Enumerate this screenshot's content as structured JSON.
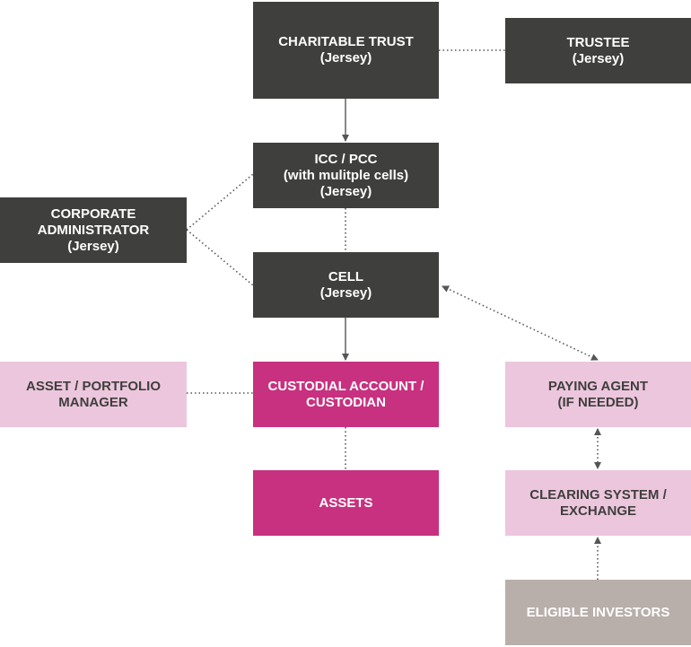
{
  "nodes": {
    "charitable_trust": {
      "line1": "CHARITABLE TRUST",
      "line2": "(Jersey)"
    },
    "trustee": {
      "line1": "TRUSTEE",
      "line2": "(Jersey)"
    },
    "icc_pcc": {
      "line1": "ICC / PCC",
      "line2": "(with mulitple cells)",
      "line3": "(Jersey)"
    },
    "corporate_admin": {
      "line1": "CORPORATE",
      "line2": "ADMINISTRATOR",
      "line3": "(Jersey)"
    },
    "cell": {
      "line1": "CELL",
      "line2": "(Jersey)"
    },
    "asset_manager": {
      "line1": "ASSET / PORTFOLIO",
      "line2": "MANAGER"
    },
    "custodial": {
      "line1": "CUSTODIAL ACCOUNT /",
      "line2": "CUSTODIAN"
    },
    "paying_agent": {
      "line1": "PAYING AGENT",
      "line2": "(IF NEEDED)"
    },
    "assets": {
      "line1": "ASSETS"
    },
    "clearing": {
      "line1": "CLEARING SYSTEM /",
      "line2": "EXCHANGE"
    },
    "investors": {
      "line1": "ELIGIBLE INVESTORS"
    }
  },
  "colors": {
    "dark": "#3f3f3d",
    "magenta": "#c8317f",
    "pink": "#ecc6dd",
    "grey": "#b8aeaa",
    "line": "#555555"
  },
  "connections": [
    {
      "from": "charitable_trust",
      "to": "trustee",
      "style": "dotted"
    },
    {
      "from": "charitable_trust",
      "to": "icc_pcc",
      "style": "solid-arrow"
    },
    {
      "from": "icc_pcc",
      "to": "cell",
      "style": "dotted"
    },
    {
      "from": "corporate_admin",
      "to": "icc_pcc",
      "style": "dotted"
    },
    {
      "from": "corporate_admin",
      "to": "cell",
      "style": "dotted"
    },
    {
      "from": "cell",
      "to": "custodial",
      "style": "solid-arrow"
    },
    {
      "from": "cell",
      "to": "paying_agent",
      "style": "dotted-double-arrow"
    },
    {
      "from": "asset_manager",
      "to": "custodial",
      "style": "dotted"
    },
    {
      "from": "custodial",
      "to": "assets",
      "style": "dotted"
    },
    {
      "from": "paying_agent",
      "to": "clearing",
      "style": "dotted-double-arrow"
    },
    {
      "from": "investors",
      "to": "clearing",
      "style": "dotted-arrow"
    }
  ]
}
